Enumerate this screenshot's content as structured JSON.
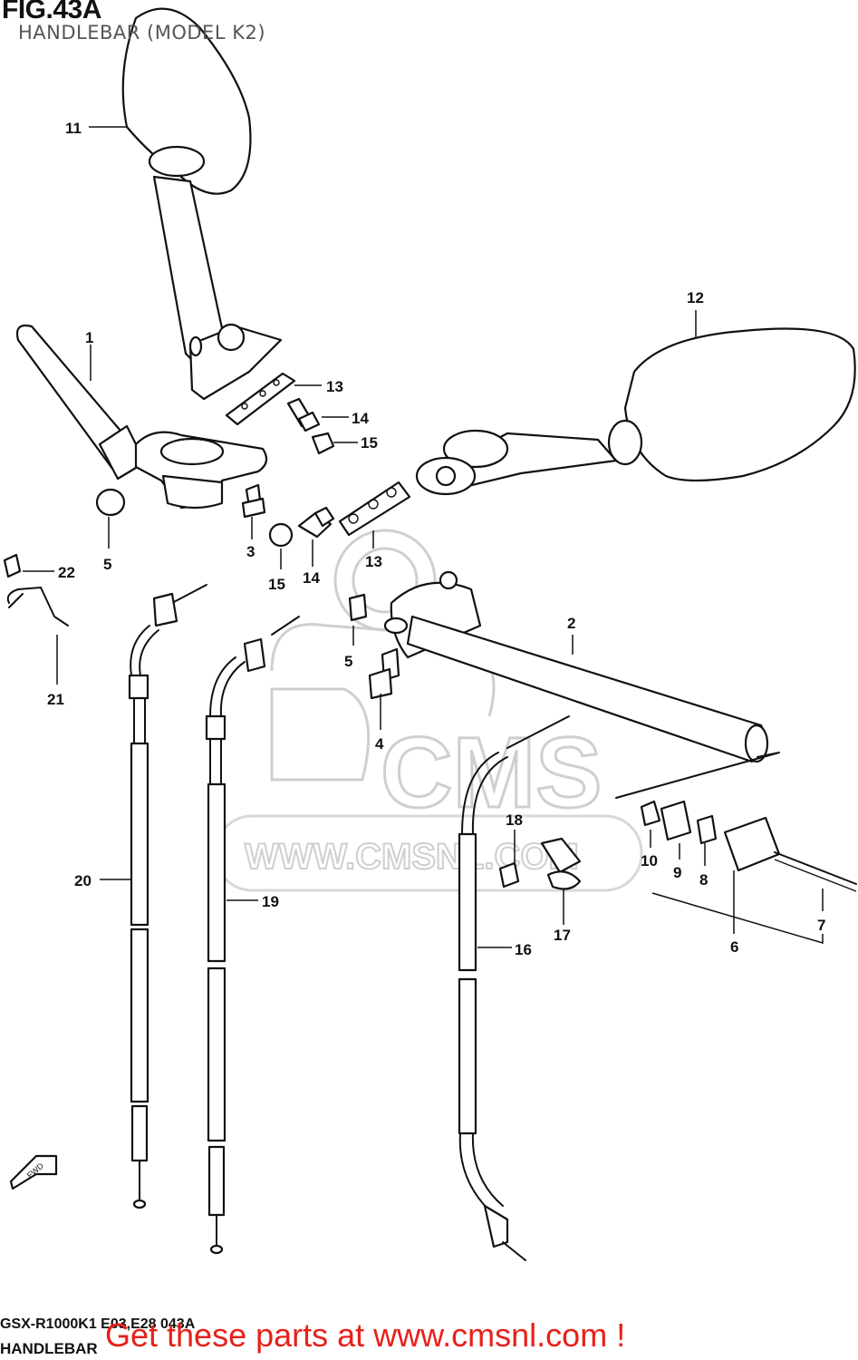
{
  "figure": {
    "title": "FIG.43A",
    "subtitle": "HANDLEBAR (MODEL K2)",
    "footer_code": "GSX-R1000K1 E03,E28  043A",
    "footer_name": "HANDLEBAR",
    "watermark_text": "WWW.CMSNL.COM",
    "watermark_logo": "CMS"
  },
  "promo_text": "Get these parts at www.cmsnl.com !",
  "fwd_label": "FWD",
  "callouts": [
    {
      "id": "c1",
      "label": "1"
    },
    {
      "id": "c2",
      "label": "2"
    },
    {
      "id": "c3",
      "label": "3"
    },
    {
      "id": "c4",
      "label": "4"
    },
    {
      "id": "c5a",
      "label": "5"
    },
    {
      "id": "c5b",
      "label": "5"
    },
    {
      "id": "c6",
      "label": "6"
    },
    {
      "id": "c7",
      "label": "7"
    },
    {
      "id": "c8",
      "label": "8"
    },
    {
      "id": "c9",
      "label": "9"
    },
    {
      "id": "c10",
      "label": "10"
    },
    {
      "id": "c11",
      "label": "11"
    },
    {
      "id": "c12",
      "label": "12"
    },
    {
      "id": "c13a",
      "label": "13"
    },
    {
      "id": "c13b",
      "label": "13"
    },
    {
      "id": "c14a",
      "label": "14"
    },
    {
      "id": "c14b",
      "label": "14"
    },
    {
      "id": "c15a",
      "label": "15"
    },
    {
      "id": "c15b",
      "label": "15"
    },
    {
      "id": "c16",
      "label": "16"
    },
    {
      "id": "c17",
      "label": "17"
    },
    {
      "id": "c18",
      "label": "18"
    },
    {
      "id": "c19",
      "label": "19"
    },
    {
      "id": "c20",
      "label": "20"
    },
    {
      "id": "c21",
      "label": "21"
    },
    {
      "id": "c22",
      "label": "22"
    }
  ],
  "colors": {
    "promo": "#e8201a",
    "lines": "#111111",
    "watermark": "#cfcfcf"
  }
}
